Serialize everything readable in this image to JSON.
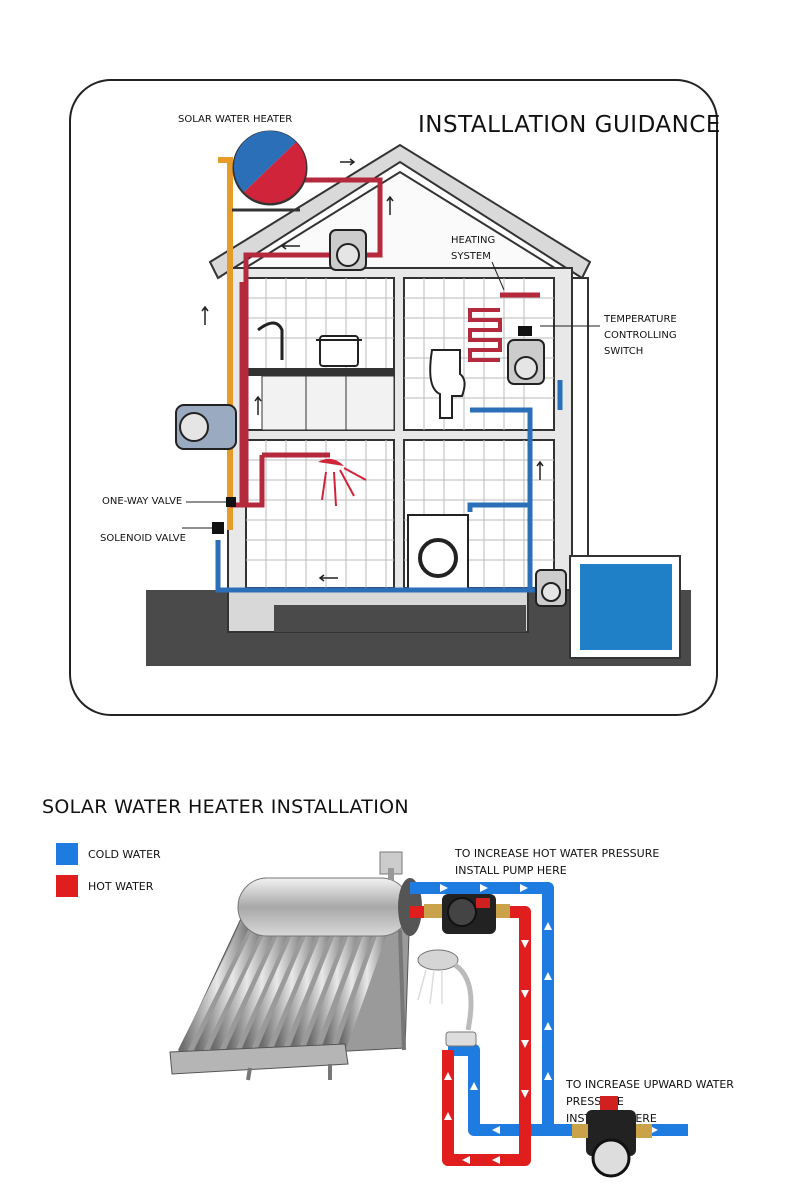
{
  "top_diagram": {
    "title": "INSTALLATION GUIDANCE",
    "labels": {
      "solar_water_heater": "SOLAR WATER HEATER",
      "heating_system_line1": "HEATING",
      "heating_system_line2": "SYSTEM",
      "temp_switch_line1": "TEMPERATURE",
      "temp_switch_line2": "CONTROLLING",
      "temp_switch_line3": "SWITCH",
      "one_way_valve": "ONE-WAY VALVE",
      "solenoid_valve": "SOLENOID VALVE"
    }
  },
  "bottom_diagram": {
    "title": "SOLAR WATER HEATER INSTALLATION",
    "legend": [
      {
        "label": "COLD WATER",
        "color": "#1e7be0"
      },
      {
        "label": "HOT WATER",
        "color": "#e01e1e"
      }
    ],
    "notes": {
      "hot_pressure_line1": "TO INCREASE HOT WATER PRESSURE",
      "hot_pressure_line2": "INSTALL PUMP HERE",
      "upward_pressure_line1": "TO INCREASE UPWARD WATER PRESSURE",
      "upward_pressure_line2": "INSTALL IT HERE"
    }
  },
  "colors": {
    "hot_pipe": "#b5293c",
    "cold_pipe": "#2a6fb8",
    "solar_pipe": "#e69b2a",
    "ground": "#4a4a4a",
    "tank": "#1f7fc7"
  }
}
